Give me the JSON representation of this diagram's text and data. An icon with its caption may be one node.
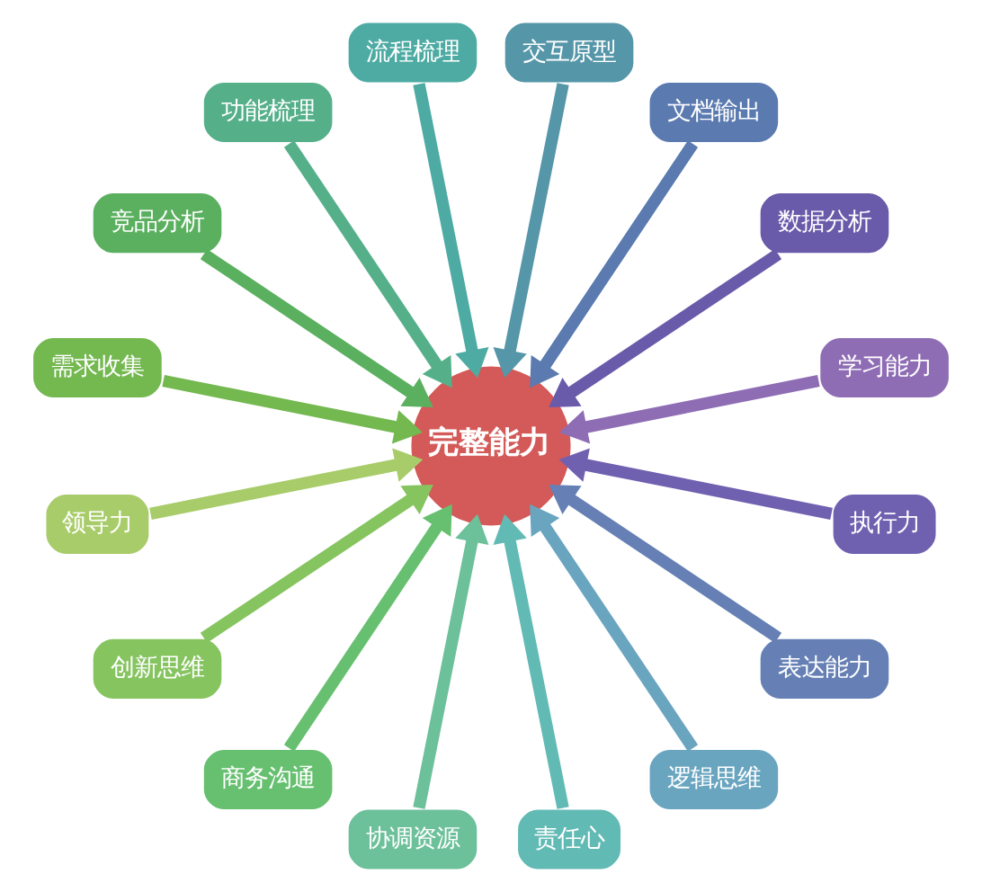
{
  "diagram": {
    "nodes": [
      {
        "text": [
          "完整能力"
        ]
      },
      {
        "text": [
          "流程梳理"
        ]
      },
      {
        "text": [
          "交互原型"
        ]
      },
      {
        "text": [
          "文档输出"
        ]
      },
      {
        "text": [
          "数据分析"
        ]
      },
      {
        "text": [
          "学习能力"
        ]
      },
      {
        "text": [
          "执行力"
        ]
      },
      {
        "text": [
          "表达能力"
        ]
      },
      {
        "text": [
          "逻辑思维"
        ]
      },
      {
        "text": [
          "责任心"
        ]
      },
      {
        "text": [
          "协调资源"
        ]
      },
      {
        "text": [
          "商务沟通"
        ]
      },
      {
        "text": [
          "创新思维"
        ]
      },
      {
        "text": [
          "领导力"
        ]
      },
      {
        "text": [
          "需求收集"
        ]
      },
      {
        "text": [
          "竞品分析"
        ]
      },
      {
        "text": [
          "功能梳理"
        ]
      }
    ],
    "edges": [
      {
        "from": 1,
        "to": 0,
        "arrow": "to",
        "color": "#4daba3"
      },
      {
        "from": 2,
        "to": 0,
        "arrow": "to",
        "color": "#5596a8"
      },
      {
        "from": 3,
        "to": 0,
        "arrow": "to",
        "color": "#5a7ab0"
      },
      {
        "from": 4,
        "to": 0,
        "arrow": "to",
        "color": "#6a5aaa"
      },
      {
        "from": 5,
        "to": 0,
        "arrow": "to",
        "color": "#8f6db5"
      },
      {
        "from": 6,
        "to": 0,
        "arrow": "to",
        "color": "#7060b0"
      },
      {
        "from": 7,
        "to": 0,
        "arrow": "to",
        "color": "#6680b5"
      },
      {
        "from": 8,
        "to": 0,
        "arrow": "to",
        "color": "#6aa5c0"
      },
      {
        "from": 9,
        "to": 0,
        "arrow": "to",
        "color": "#62bab5"
      },
      {
        "from": 10,
        "to": 0,
        "arrow": "to",
        "color": "#6cc09a"
      },
      {
        "from": 11,
        "to": 0,
        "arrow": "to",
        "color": "#66c070"
      },
      {
        "from": 12,
        "to": 0,
        "arrow": "to",
        "color": "#86c460"
      },
      {
        "from": 13,
        "to": 0,
        "arrow": "to",
        "color": "#a8cc6a"
      },
      {
        "from": 14,
        "to": 0,
        "arrow": "to",
        "color": "#74b850"
      },
      {
        "from": 15,
        "to": 0,
        "arrow": "to",
        "color": "#5bb060"
      },
      {
        "from": 16,
        "to": 0,
        "arrow": "to",
        "color": "#55b08a"
      }
    ]
  }
}
